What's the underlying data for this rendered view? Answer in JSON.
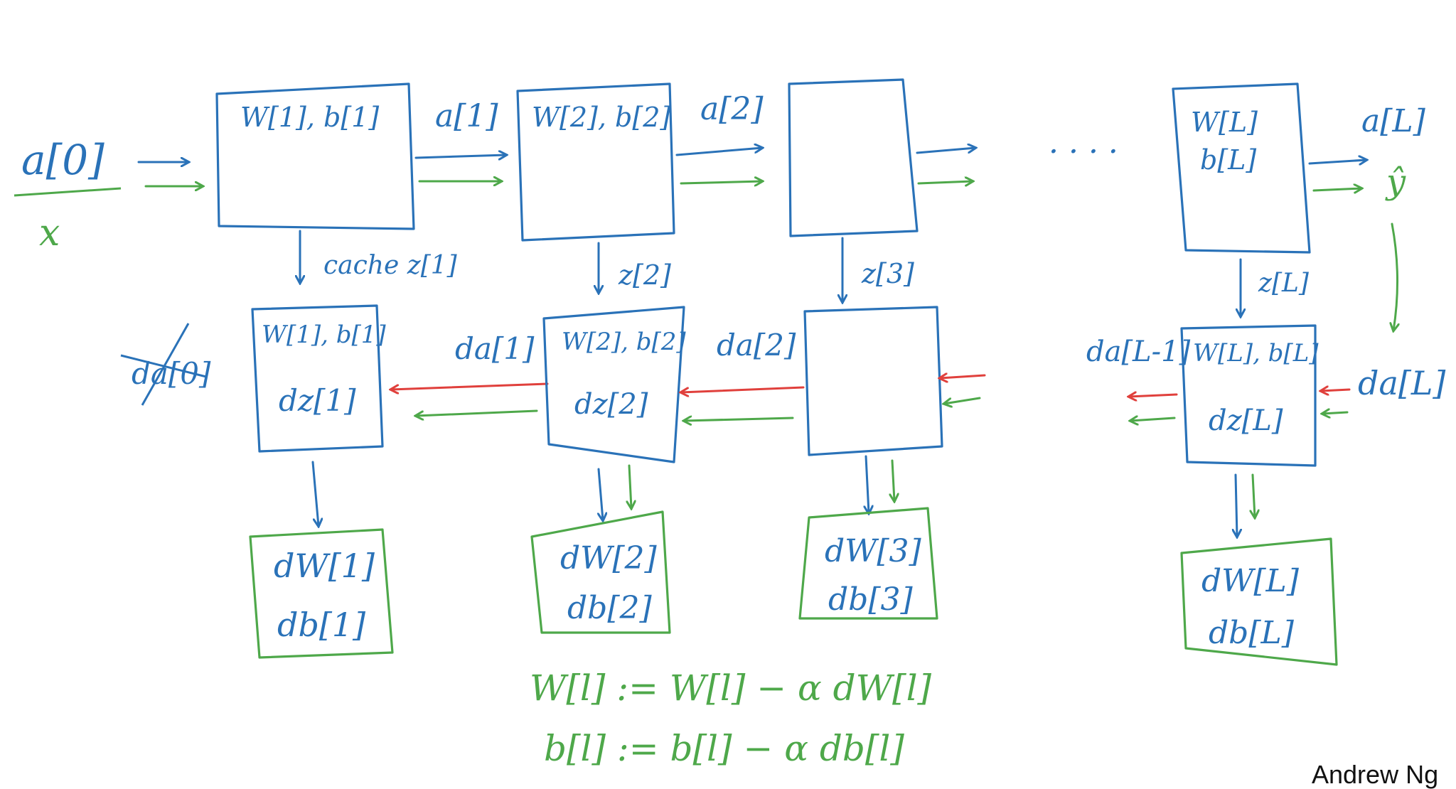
{
  "colors": {
    "forward": "#2a72b8",
    "backward": "#e0403c",
    "gradient": "#4ea84a",
    "text": "#111111"
  },
  "inputs": {
    "a0": "a[0]",
    "x": "x"
  },
  "forward_layers": [
    {
      "params": "W[1], b[1]",
      "out_act": "a[1]",
      "cache": "cache z[1]"
    },
    {
      "params": "W[2], b[2]",
      "out_act": "a[2]",
      "cache": "z[2]"
    },
    {
      "params": "",
      "out_act": "",
      "cache": "z[3]"
    },
    {
      "params_w": "W[L]",
      "params_b": "b[L]",
      "out_act": "a[L]",
      "out_yhat": "ŷ",
      "cache": "z[L]"
    }
  ],
  "ellipsis": "· · · ·",
  "backward_layers": [
    {
      "params": "W[1], b[1]",
      "dz": "dz[1]",
      "da_in": "da[1]",
      "da_out": "da[0]"
    },
    {
      "params": "W[2], b[2]",
      "dz": "dz[2]",
      "da_in": "da[2]"
    },
    {
      "params": "",
      "dz": ""
    },
    {
      "params": "W[L], b[L]",
      "dz": "dz[L]",
      "da_in": "da[L]",
      "da_out": "da[L-1]"
    }
  ],
  "gradients": [
    {
      "dw": "dW[1]",
      "db": "db[1]"
    },
    {
      "dw": "dW[2]",
      "db": "db[2]"
    },
    {
      "dw": "dW[3]",
      "db": "db[3]"
    },
    {
      "dw": "dW[L]",
      "db": "db[L]"
    }
  ],
  "update_rules": {
    "w_rule": "W[l] := W[l] − α dW[l]",
    "b_rule": "b[l] := b[l] − α db[l]"
  },
  "credit": "Andrew Ng"
}
